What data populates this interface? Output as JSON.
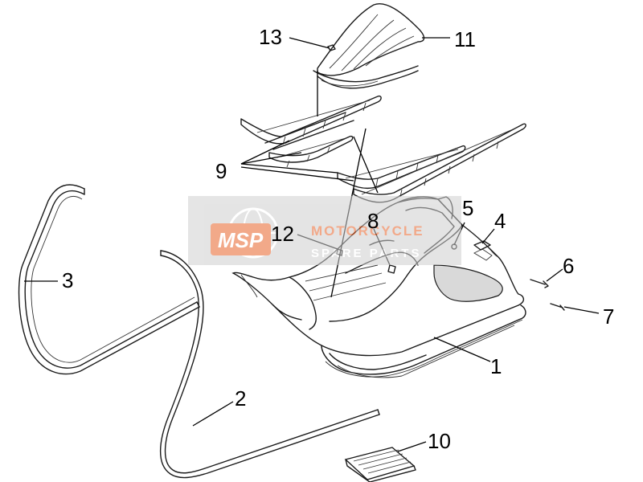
{
  "diagram": {
    "callouts": [
      {
        "id": "1",
        "label": "1"
      },
      {
        "id": "2",
        "label": "2"
      },
      {
        "id": "3",
        "label": "3"
      },
      {
        "id": "4",
        "label": "4"
      },
      {
        "id": "5",
        "label": "5"
      },
      {
        "id": "6",
        "label": "6"
      },
      {
        "id": "7",
        "label": "7"
      },
      {
        "id": "8",
        "label": "8"
      },
      {
        "id": "9",
        "label": "9"
      },
      {
        "id": "10",
        "label": "10"
      },
      {
        "id": "11",
        "label": "11"
      },
      {
        "id": "12",
        "label": "12"
      },
      {
        "id": "13",
        "label": "13"
      }
    ]
  },
  "watermark": {
    "logo": "MSP",
    "line1": "MOTORCYCLE",
    "line2": "SPARE PARTS",
    "color": "#e8632a"
  }
}
